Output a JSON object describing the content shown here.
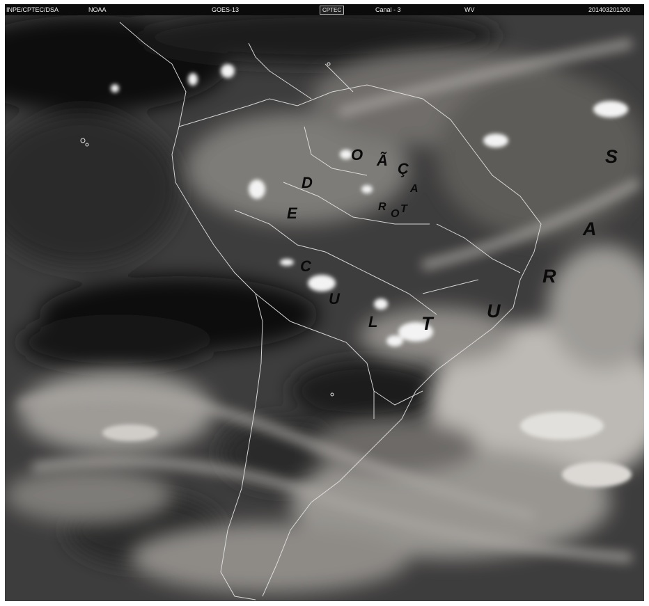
{
  "header": {
    "source": "INPE/CPTEC/DSA",
    "agency": "NOAA",
    "satellite": "GOES-13",
    "logo": "CPTEC",
    "channel": "Canal - 3",
    "band": "WV",
    "timestamp": "201403201200"
  },
  "overlay_letters": [
    "O",
    "Ã",
    "Ç",
    "A",
    "T",
    "O",
    "R",
    "D",
    "E",
    "C",
    "U",
    "L",
    "T",
    "U",
    "R",
    "A",
    "S"
  ],
  "colors": {
    "header_bg": "#0b0b0b",
    "header_text": "#f2f2f2",
    "borders": "#e6e6e6",
    "letters": "#0a0a0a"
  }
}
